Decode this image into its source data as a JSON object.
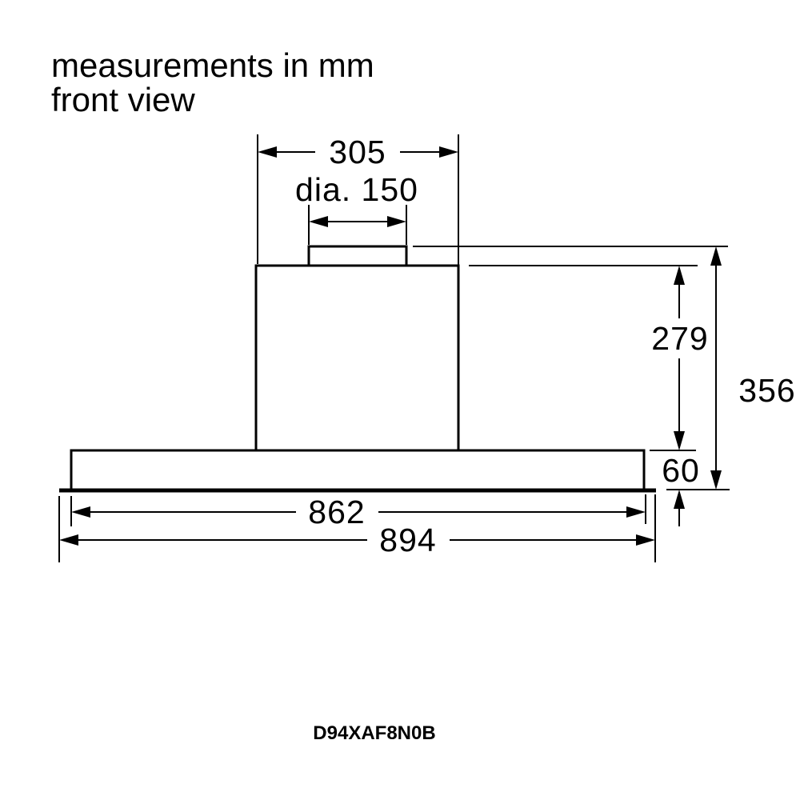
{
  "page": {
    "background_color": "#ffffff",
    "line_color": "#000000",
    "units": "mm"
  },
  "header": {
    "title_line1": "measurements in mm",
    "title_line2": "front view"
  },
  "drawing": {
    "subject": "cooker hood front view",
    "dimensions": {
      "chimney_width": {
        "label": "305",
        "value": 305
      },
      "duct_diameter": {
        "label": "dia. 150",
        "value": 150
      },
      "chimney_height": {
        "label": "279",
        "value": 279
      },
      "total_height": {
        "label": "356",
        "value": 356
      },
      "canopy_height": {
        "label": "60",
        "value": 60
      },
      "body_width": {
        "label": "862",
        "value": 862
      },
      "overall_width": {
        "label": "894",
        "value": 894
      }
    }
  },
  "footer": {
    "model_number": "D94XAF8N0B"
  }
}
